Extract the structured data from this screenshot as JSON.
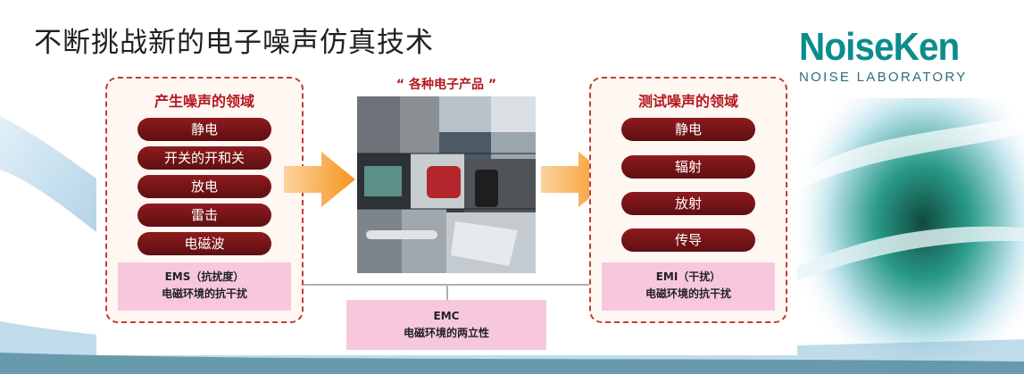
{
  "title": "不断挑战新的电子噪声仿真技术",
  "logo": {
    "main": "NoiseKen",
    "sub": "NOISE LABORATORY"
  },
  "left_box": {
    "title": "产生噪声的领域",
    "items": [
      "静电",
      "开关的开和关",
      "放电",
      "雷击",
      "电磁波"
    ],
    "footer_line1": "EMS（抗扰度）",
    "footer_line2": "电磁环境的抗干扰"
  },
  "center": {
    "label": "“ 各种电子产品 ”",
    "footer_line1": "EMC",
    "footer_line2": "电磁环境的两立性"
  },
  "right_box": {
    "title": "测试噪声的领域",
    "items": [
      "静电",
      "辐射",
      "放射",
      "传导"
    ],
    "footer_line1": "EMI（干扰）",
    "footer_line2": "电磁环境的抗干扰"
  },
  "colors": {
    "pill": "#7a1518",
    "box_border": "#c43a3a",
    "box_title": "#b3181e",
    "pink": "#f7c8dd",
    "arrow": "#f7941d",
    "logo": "#0a8d8c"
  },
  "icons": [
    "right-arrow-icon",
    "product-collage-image"
  ]
}
